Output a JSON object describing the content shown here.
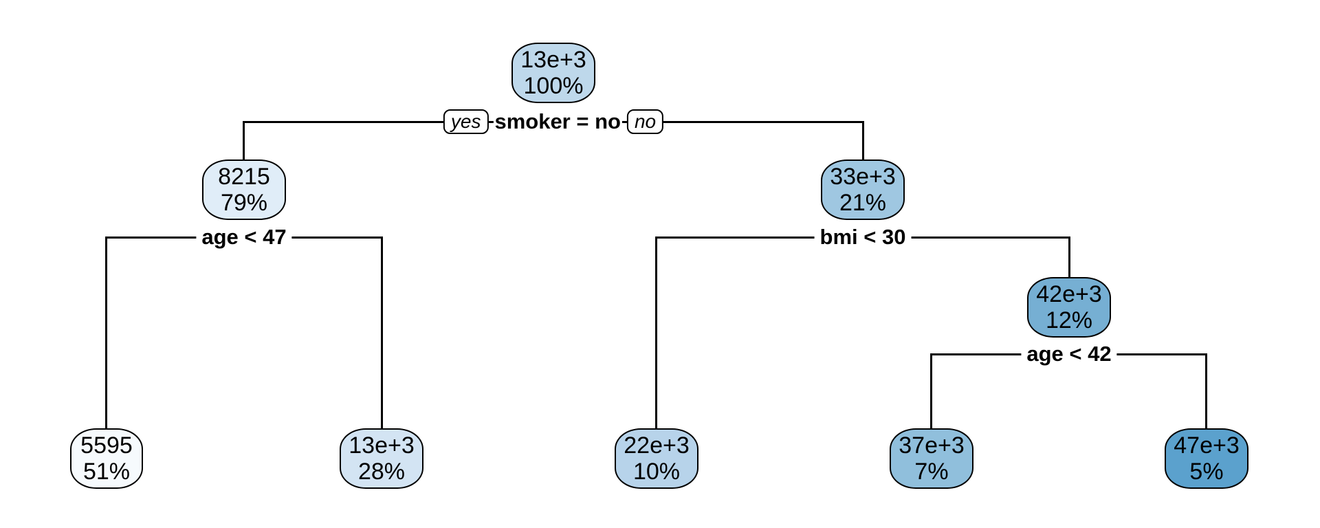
{
  "figure": {
    "background": "#FFFFFF",
    "line_color": "#000000",
    "text_color": "#000000",
    "node_border_color": "#000000"
  },
  "branch_tags": {
    "yes": "yes",
    "no": "no"
  },
  "tree": {
    "nodes": [
      {
        "id": "root",
        "value": "13e+3",
        "percent": "100%",
        "fill": "#BED8EB",
        "split_label": "smoker = no"
      },
      {
        "id": "smoker-yes",
        "value": "8215",
        "percent": "79%",
        "fill": "#E0EDF8",
        "split_label": "age < 47"
      },
      {
        "id": "smoker-no",
        "value": "33e+3",
        "percent": "21%",
        "fill": "#9FC7E1",
        "split_label": "bmi < 30"
      },
      {
        "id": "age47-yes",
        "value": "5595",
        "percent": "51%",
        "fill": "#F6FAFD"
      },
      {
        "id": "age47-no",
        "value": "13e+3",
        "percent": "28%",
        "fill": "#D3E4F3"
      },
      {
        "id": "bmi30-yes",
        "value": "22e+3",
        "percent": "10%",
        "fill": "#B7D3EA"
      },
      {
        "id": "bmi30-no",
        "value": "42e+3",
        "percent": "12%",
        "fill": "#76AFD3",
        "split_label": "age < 42"
      },
      {
        "id": "age42-yes",
        "value": "37e+3",
        "percent": "7%",
        "fill": "#90BFDC"
      },
      {
        "id": "age42-no",
        "value": "47e+3",
        "percent": "5%",
        "fill": "#5BA1CD"
      }
    ]
  },
  "chart_data": {
    "type": "decision-tree",
    "root": {
      "value": "13e+3",
      "percent": "100%",
      "split": "smoker = no",
      "yes": {
        "value": "8215",
        "percent": "79%",
        "split": "age < 47",
        "yes": {
          "value": "5595",
          "percent": "51%"
        },
        "no": {
          "value": "13e+3",
          "percent": "28%"
        }
      },
      "no": {
        "value": "33e+3",
        "percent": "21%",
        "split": "bmi < 30",
        "yes": {
          "value": "22e+3",
          "percent": "10%"
        },
        "no": {
          "value": "42e+3",
          "percent": "12%",
          "split": "age < 42",
          "yes": {
            "value": "37e+3",
            "percent": "7%"
          },
          "no": {
            "value": "47e+3",
            "percent": "5%"
          }
        }
      }
    }
  }
}
